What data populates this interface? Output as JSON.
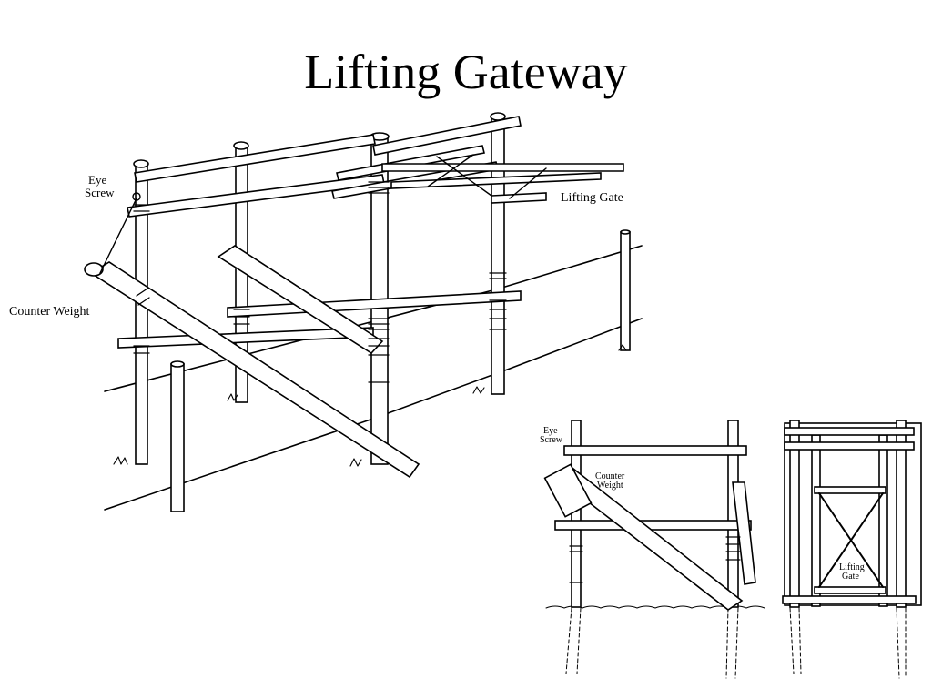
{
  "slide": {
    "title": "Lifting Gateway"
  },
  "main_drawing": {
    "labels": {
      "eye_screw_line1": "Eye",
      "eye_screw_line2": "Screw",
      "lifting_gate": "Lifting Gate",
      "counter_weight": "Counter Weight"
    }
  },
  "side_view": {
    "labels": {
      "eye_screw_line1": "Eye",
      "eye_screw_line2": "Screw",
      "counter_weight_line1": "Counter",
      "counter_weight_line2": "Weight"
    }
  },
  "front_view": {
    "labels": {
      "lifting_gate_line1": "Lifting",
      "lifting_gate_line2": "Gate"
    }
  }
}
